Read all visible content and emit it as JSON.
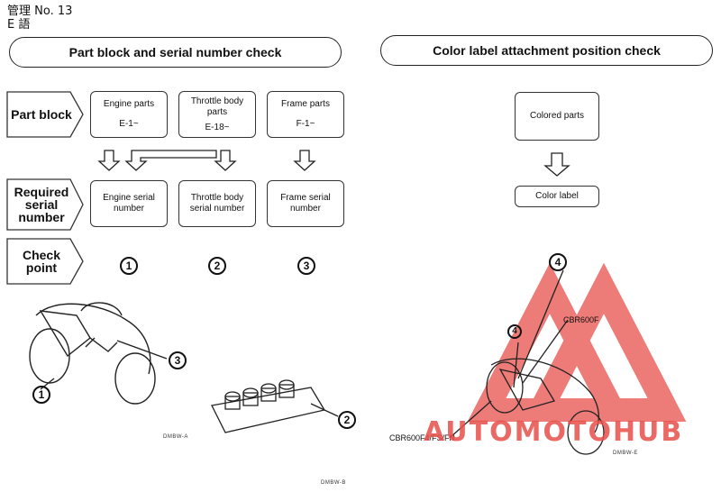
{
  "header": {
    "line1": "管理 No. 13",
    "line2": "E 語"
  },
  "left_section": {
    "title": "Part block and serial number check",
    "rows": {
      "part_block": "Part block",
      "required": [
        "Required",
        "serial",
        "number"
      ],
      "check": [
        "Check",
        "point"
      ]
    },
    "part_boxes": [
      {
        "name": "Engine parts",
        "code": "E-1~"
      },
      {
        "name": [
          "Throttle body",
          "parts"
        ],
        "code": "E-18~"
      },
      {
        "name": "Frame parts",
        "code": "F-1~"
      }
    ],
    "serial_boxes": [
      [
        "Engine serial",
        "number"
      ],
      [
        "Throttle body",
        "serial number"
      ],
      [
        "Frame serial",
        "number"
      ]
    ],
    "check_points": [
      "1",
      "2",
      "3"
    ],
    "illustration": {
      "callouts": [
        "1",
        "2",
        "3"
      ],
      "codes": [
        "DMBW-A",
        "DMBW-B"
      ]
    }
  },
  "right_section": {
    "title": "Color label attachment position check",
    "colored_parts": "Colored parts",
    "color_label": "Color label",
    "illustration": {
      "callout": "4",
      "callout_small": "4",
      "model_top": "CBR600F",
      "model_bottom": "CBR600F4/FS/FR",
      "code": "DMBW-E"
    }
  },
  "watermark": {
    "text": "AUTOMOTOHUB",
    "color": "#e8504a",
    "accent": "#f5b942"
  }
}
